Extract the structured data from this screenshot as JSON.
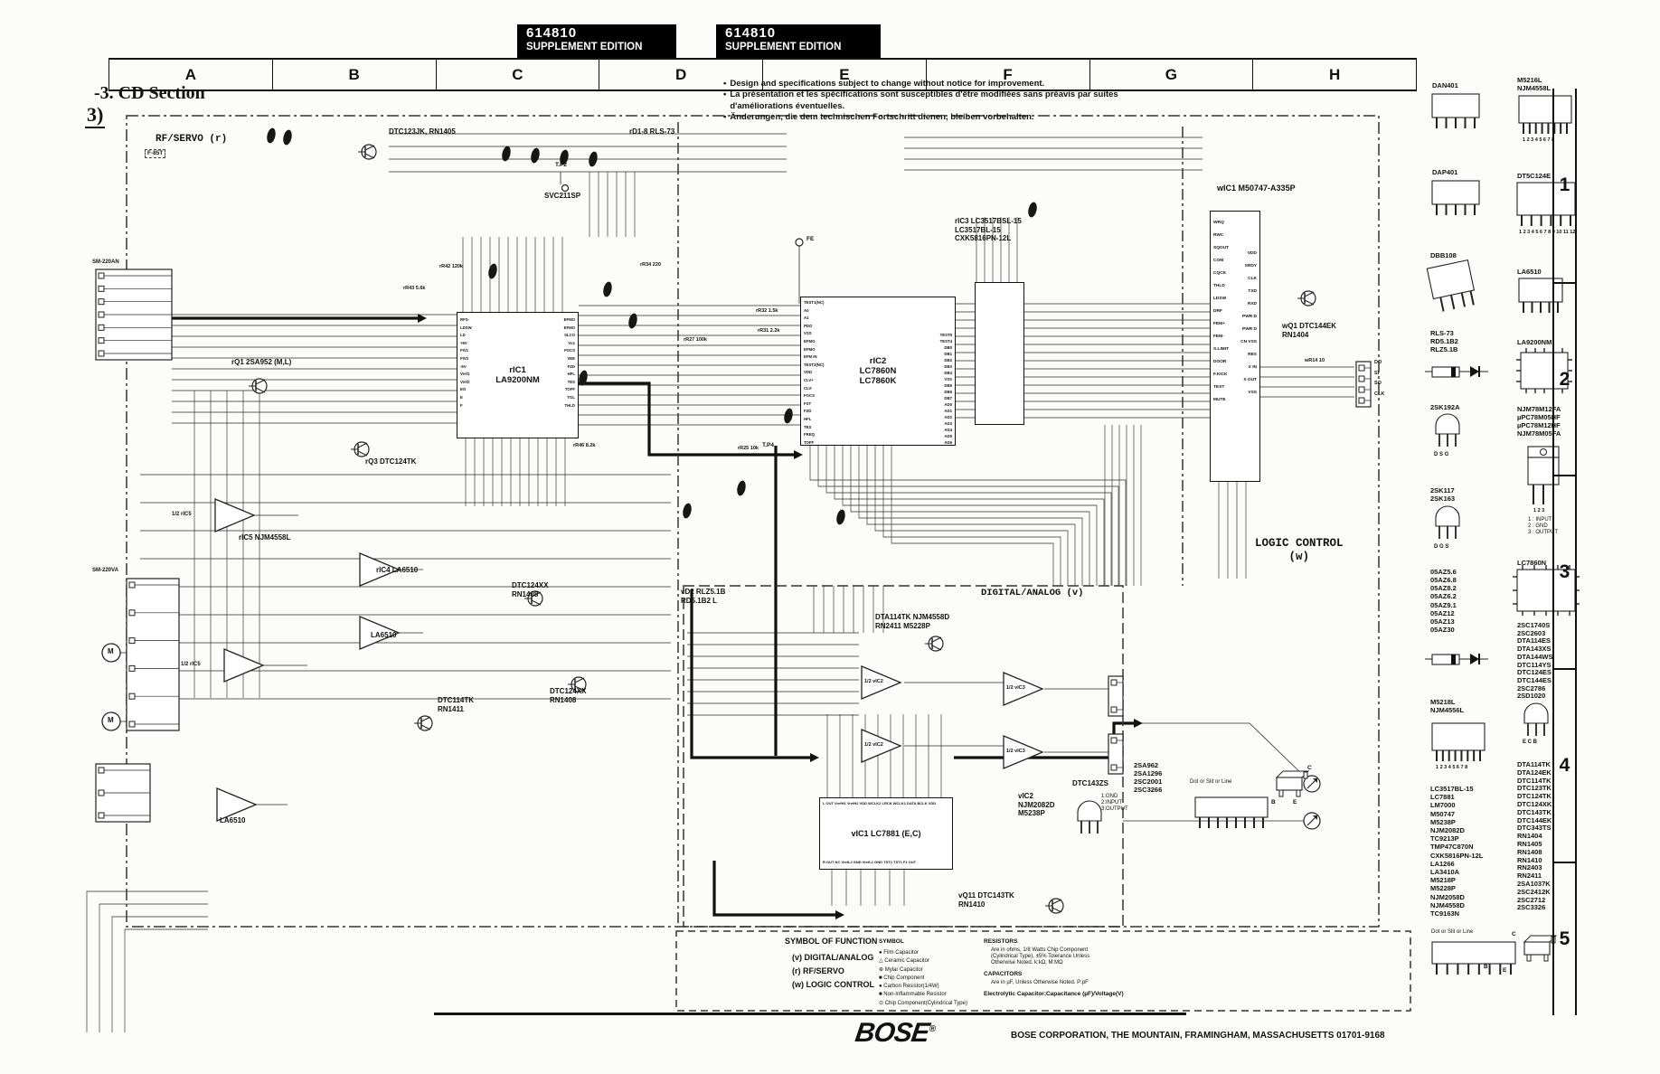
{
  "header": {
    "edition_boxes": [
      {
        "code": "614810",
        "label": "SUPPLEMENT EDITION"
      },
      {
        "code": "614810",
        "label": "SUPPLEMENT EDITION"
      }
    ],
    "columns": [
      "A",
      "B",
      "C",
      "D",
      "E",
      "F",
      "G",
      "H"
    ],
    "rows": [
      "1",
      "2",
      "3",
      "4",
      "5"
    ]
  },
  "title": "-3. CD Section",
  "marker": "3)",
  "notes": [
    "Design and specifications subject to change without notice for improvement.",
    "La présentation et les spécifications sont susceptibles d'être modifiées sans préavis par suites d'améliorations éventuelles.",
    "Änderungen, die dem technischen Fortschritt dienen, bleiben vorbehalten."
  ],
  "sections": {
    "rf_servo": "RF/SERVO (r)",
    "logic_control": [
      "LOGIC CONTROL",
      "(w)"
    ],
    "digital_analog": "DIGITAL/ANALOG (v)"
  },
  "ics": {
    "la9200": {
      "ref": "rIC1",
      "name": "LA9200NM",
      "pins_left": [
        "RFS-",
        "LDSW",
        "LD",
        "+5V",
        "FIV1",
        "FIV2",
        "-5V",
        "Vref1",
        "Vref2",
        "EO",
        "E",
        "F"
      ],
      "pins_right": [
        "EFMO",
        "EFMO",
        "SLCO",
        "Vcc",
        "FOCS",
        "VEE",
        "FZD",
        "HFL",
        "TES",
        "TOFF",
        "TGL",
        "THLD"
      ]
    },
    "lc7860": {
      "ref": "rIC2",
      "name": [
        "LC7860N",
        "LC7860K"
      ],
      "pins_left": [
        "TEST1(NC)",
        "A0",
        "A1",
        "PDO",
        "VSS",
        "EFMO",
        "EFMO",
        "EFM IN",
        "TEST2(NC)",
        "VDD",
        "CLV+",
        "CLV-",
        "FOCS",
        "FST",
        "FZD",
        "HFL",
        "TES",
        "FREQ",
        "TOFF"
      ],
      "pins_right": [
        "TEST5",
        "TEST4",
        "DB0",
        "DB1",
        "DB2",
        "DB3",
        "DB4",
        "VSS",
        "DB5",
        "DB6",
        "DB7",
        "AD0",
        "AD1",
        "AD2",
        "AD3",
        "AD4",
        "AD5",
        "AD6"
      ]
    },
    "ram": {
      "ref": "rIC3",
      "names": [
        "LC3517BSL-15",
        "LC3517BL-15",
        "CXK5816PN-12L"
      ]
    },
    "mcu": {
      "ref": "wIC1",
      "name": "M50747-A335P",
      "pins_left": [
        "WRQ",
        "RWC",
        "SQOUT",
        "COM",
        "CQCK",
        "THLD",
        "LDSW",
        "DRF",
        "FEM+",
        "FEM-",
        "S.LIMIT",
        "DOOR",
        "F.KICK",
        "TEST",
        "MUTE"
      ],
      "pins_right": [
        "VDD",
        "SRDY",
        "CLK",
        "TXD",
        "RXD",
        "PWR D",
        "PWR D",
        "CN VSS",
        "RES",
        "X IN",
        "X OUT",
        "VSS"
      ]
    },
    "dac": {
      "ref": "vIC1",
      "name": "LC7881 (E,C)",
      "pins_top": [
        "L OUT",
        "VrefH1",
        "VrefH2",
        "VDD",
        "WCLK2",
        "LRCK",
        "WCLK1",
        "DATA",
        "BCLK",
        "VDD"
      ],
      "pins_bottom": [
        "R OUT",
        "NC",
        "VrefL2",
        "GND",
        "VrefL1",
        "GND",
        "TST2",
        "TST1",
        "F1 OUT"
      ]
    },
    "opamp_v2": {
      "ref": "vIC2",
      "names": [
        "NJM2082D",
        "M5238P"
      ]
    }
  },
  "labels": {
    "q2": "DTC123JK, RN1405",
    "d18": "rD1-8 RLS-73",
    "tp2": "T.P2",
    "tp4": "T.P4",
    "fe": "FE",
    "svc": "SVC211SP",
    "sm_an": "SM-220AN",
    "sm_va": "SM-220VA",
    "f85t": "F-85T",
    "q1": "rQ1 2SA952 (M,L)",
    "ic5": "rIC5 NJM4558L",
    "half_ic5": "1/2 rIC5",
    "ic4": "rIC4 LA6510",
    "la6510_b": "LA6510",
    "la6510_c": "LA6510",
    "q3": "rQ3 DTC124TK",
    "q7": [
      "DTC124XX",
      "RN1408"
    ],
    "q8": [
      "DTC124XX",
      "RN1408"
    ],
    "q9": [
      "DTC114TK",
      "RN1411"
    ],
    "wq1": [
      "wQ1 DTC144EK",
      "RN1404"
    ],
    "vd2": [
      "vD2 RLZ5.1B",
      "RD5.1B2 L"
    ],
    "vq_dta": [
      "DTA114TK  NJM4558D",
      "RN2411      M5228P"
    ],
    "half_vic2": "1/2 vIC2",
    "half_vic3": "1/2 vIC3",
    "vq11": [
      "vQ11 DTC143TK",
      "RN1410"
    ],
    "dtc143zs": "DTC143ZS",
    "pkg143": [
      "1:GND",
      "2:INPUT",
      "3:OUTPUT"
    ],
    "parts_2sa": [
      "2SA962",
      "2SA1296",
      "2SC2001",
      "2SC3266"
    ],
    "dot_slit": "Dot or Slit or Line",
    "smd_c": "C",
    "smd_b": "B",
    "smd_e": "E",
    "motor": "M",
    "jp_pins": [
      "DO",
      "SI",
      "SO",
      "CLK"
    ]
  },
  "micro": [
    "rR42 120k",
    "rR43 5.6k",
    "rR34 220",
    "rR46 8.2k",
    "rR32 1.5k",
    "rR31 2.2k",
    "rR27 100k",
    "rR25 10k",
    "wR14 10"
  ],
  "right_panel": {
    "col_left": [
      {
        "name": "DAN401"
      },
      {
        "name": "DAP401"
      },
      {
        "name": "DBB108"
      },
      {
        "name": [
          "RLS-73",
          "RD5.1B2",
          "RLZ5.1B"
        ]
      },
      {
        "name": "2SK192A",
        "pins": "D S G"
      },
      {
        "name": [
          "2SK117",
          "2SK163"
        ],
        "pins": "D G S"
      },
      {
        "name": [
          "05AZ5.6",
          "05AZ6.8",
          "05AZ8.2",
          "05AZ6.2",
          "05AZ9.1",
          "05AZ12",
          "05AZ13",
          "05AZ30"
        ]
      },
      {
        "name": [
          "M5218L",
          "NJM4556L"
        ],
        "pins": "1 2 3 4 5 6 7 8"
      },
      {
        "name": [
          "LC3517BL-15",
          "LC7881",
          "LM7000",
          "M50747",
          "M5238P",
          "NJM2082D",
          "TC9213P",
          "TMP47C870N",
          "CXK5816PN-12L",
          "LA1266",
          "LA3410A",
          "M5218P",
          "M5228P",
          "NJM2058D",
          "NJM4558D",
          "TC9163N"
        ]
      },
      {
        "name": "Dot or Slit or Line"
      }
    ],
    "col_right": [
      {
        "name": [
          "M5216L",
          "NJM4558L"
        ],
        "pins": "1 2 3 4 5 6 7 8"
      },
      {
        "name": "DT5C124E",
        "pins": "1 2 3 4 5 6 7 8 9 10 11 12"
      },
      {
        "name": "LA6510"
      },
      {
        "name": "LA9200NM"
      },
      {
        "name": [
          "NJM78M12FA",
          "µPC78M05HF",
          "µPC78M12HF",
          "NJM78M05FA"
        ],
        "pins": "1 2 3",
        "note": [
          "1 : INPUT",
          "2 : GND",
          "3 : OUTPUT"
        ]
      },
      {
        "name": "LC7860N"
      },
      {
        "name": [
          "2SC1740S",
          "2SC2603",
          "DTA114ES",
          "DTA143XS",
          "DTA144WS",
          "DTC114YS",
          "DTC124ES",
          "DTC144ES",
          "2SC2786",
          "2SD1020"
        ],
        "pins": "E C B"
      },
      {
        "name": [
          "DTA114TK",
          "DTA124EK",
          "DTC114TK",
          "DTC123TK",
          "DTC124TK",
          "DTC124XK",
          "DTC143TK",
          "DTC144EK",
          "DTC343TS",
          "RN1404",
          "RN1405",
          "RN1408",
          "RN1410",
          "RN2403",
          "RN2411",
          "2SA1037K",
          "2SC2412K",
          "2SC2712",
          "2SC3326"
        ]
      }
    ]
  },
  "legend": {
    "title": "SYMBOL OF FUNCTION",
    "functions": [
      "(v)   DIGITAL/ANALOG",
      "(r)   RF/SERVO",
      "(w)  LOGIC CONTROL"
    ],
    "symbol_title": "SYMBOL",
    "symbols": [
      "●  Film Capacitor",
      "△  Ceramic Capacitor",
      "⊕  Mylar Capacitor",
      "■  Chip Component",
      "●  Carbon Resistor(1/4W)",
      "■  Non-Inflammable Resistor",
      "⊙  Chip Component(Cylindrical Type)"
    ],
    "resistors_title": "RESISTORS",
    "resistors_note": [
      "Are in ohms, 1/8 Watts Chip Component",
      "(Cylindrical Type), ±5% Tolerance Unless",
      "Otherwise Noted. k:kΩ, M:MΩ"
    ],
    "capacitors_title": "CAPACITORS",
    "capacitors_note": "Are in µF, Unless Otherwise Noted. P:pF",
    "electrolytic_note": "Electrolytic Capacitor:Capacitance (µF)/Voltage(V)"
  },
  "footer": {
    "logo": "BOSE",
    "reg": "®",
    "address": "BOSE CORPORATION, THE MOUNTAIN, FRAMINGHAM, MASSACHUSETTS 01701-9168"
  }
}
